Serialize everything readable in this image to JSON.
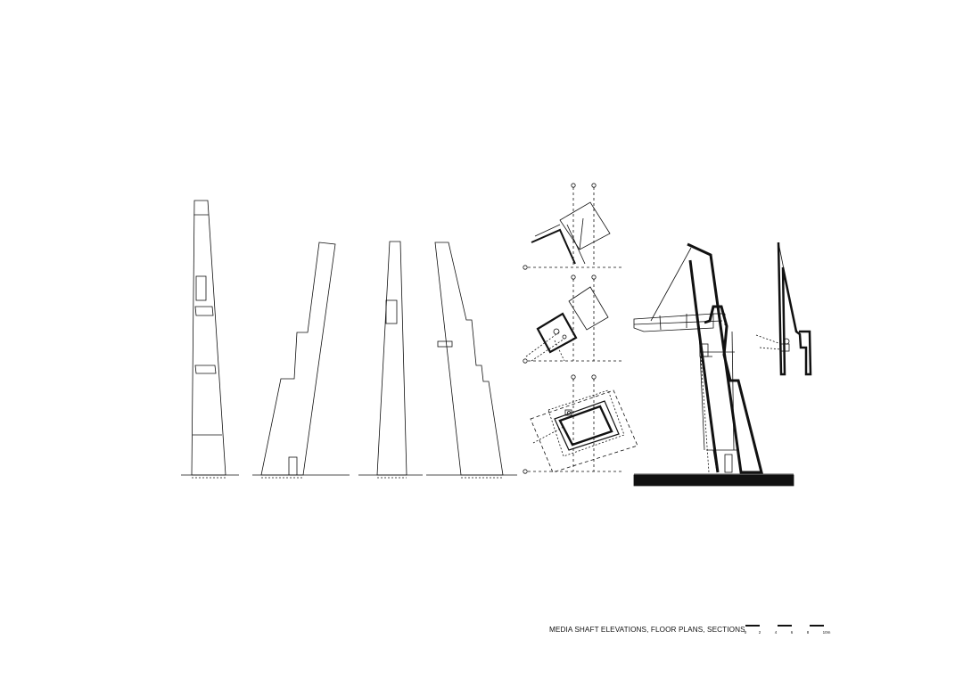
{
  "caption": "MEDIA SHAFT ELEVATIONS, FLOOR PLANS, SECTIONS",
  "scale_bar": {
    "ticks": [
      "0",
      "2",
      "4",
      "6",
      "8",
      "10m"
    ]
  },
  "colors": {
    "line": "#111111",
    "background": "#ffffff",
    "ground_fill": "#111111"
  }
}
